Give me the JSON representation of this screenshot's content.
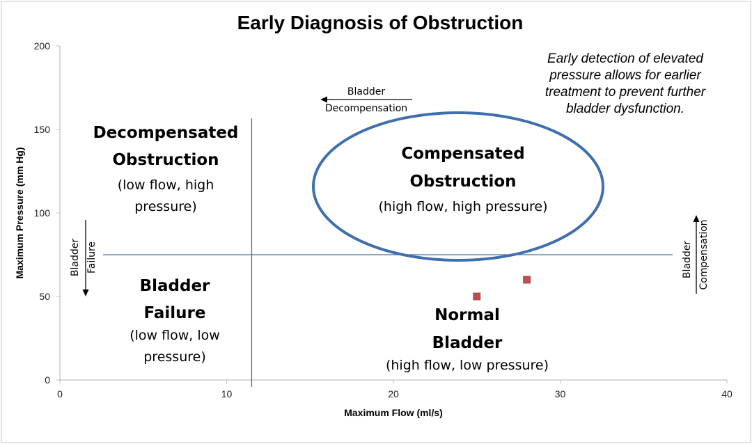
{
  "chart_data": {
    "type": "scatter",
    "title": "Early Diagnosis of Obstruction",
    "xlabel": "Maximum Flow (ml/s)",
    "ylabel": "Maximum Pressure (mm Hg)",
    "xlim": [
      0,
      40
    ],
    "ylim": [
      0,
      200
    ],
    "x_ticks": [
      "0",
      "10",
      "20",
      "30",
      "40"
    ],
    "y_ticks": [
      "0",
      "50",
      "100",
      "150",
      "200"
    ],
    "grid": false,
    "points": [
      {
        "x": 25,
        "y": 50
      },
      {
        "x": 28,
        "y": 60
      }
    ],
    "point_color": "#c0504d",
    "divider_color": "#4a6fa5",
    "ellipse_color": "#3f6fae",
    "dividers": {
      "x": 11.5,
      "y": 75
    },
    "regions": {
      "decompensated": {
        "title1": "Decompensated",
        "title2": "Obstruction",
        "sub1": "(low flow, high",
        "sub2": "pressure)"
      },
      "compensated": {
        "title1": "Compensated",
        "title2": "Obstruction",
        "sub1": "(high flow, high pressure)"
      },
      "failure": {
        "title1": "Bladder",
        "title2": "Failure",
        "sub1": "(low flow, low",
        "sub2": "pressure)"
      },
      "normal": {
        "title1": "Normal",
        "title2": "Bladder",
        "sub1": "(high flow, low pressure)"
      }
    },
    "arrows": {
      "decompensation": {
        "line1": "Bladder",
        "line2": "Decompensation"
      },
      "failure": {
        "line1": "Bladder",
        "line2": "Failure"
      },
      "compensation": {
        "line1": "Bladder",
        "line2": "Compensation"
      }
    },
    "annotation": {
      "line1": "Early detection of elevated",
      "line2": "pressure allows for earlier",
      "line3": "treatment to prevent further",
      "line4": "bladder dysfunction."
    }
  }
}
